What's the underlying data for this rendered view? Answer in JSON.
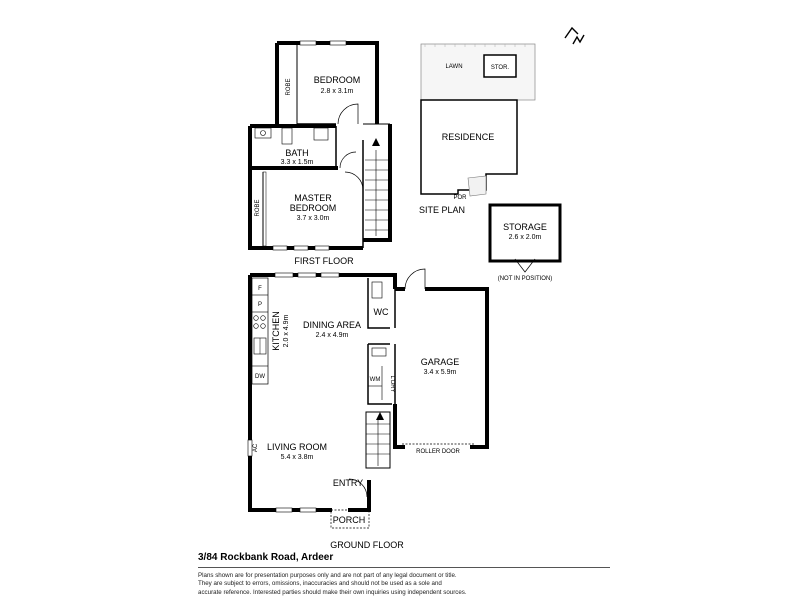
{
  "first_floor": {
    "caption": "FIRST FLOOR",
    "bedroom": {
      "name": "BEDROOM",
      "dims": "2.8 x 3.1m"
    },
    "robe_1": "ROBE",
    "bath": {
      "name": "BATH",
      "dims": "3.3 x 1.5m"
    },
    "master_bedroom": {
      "name_line1": "MASTER",
      "name_line2": "BEDROOM",
      "dims": "3.7 x 3.0m"
    },
    "robe_2": "ROBE"
  },
  "ground_floor": {
    "caption": "GROUND FLOOR",
    "fridge": "F",
    "pantry": "P",
    "kitchen": {
      "name": "KITCHEN",
      "dims": "2.0 x 4.9m"
    },
    "dishwasher": "DW",
    "dining": {
      "name": "DINING AREA",
      "dims": "2.4 x 4.9m"
    },
    "wc": "WC",
    "laundry": "L'DRY",
    "washing_machine": "WM",
    "garage": {
      "name": "GARAGE",
      "dims": "3.4 x 5.9m"
    },
    "roller_door": "ROLLER DOOR",
    "living": {
      "name": "LIVING ROOM",
      "dims": "5.4 x 3.8m"
    },
    "ac": "AC",
    "entry": "ENTRY",
    "porch": "PORCH"
  },
  "site_plan": {
    "caption": "SITE PLAN",
    "lawn": "LAWN",
    "storage_short": "STOR.",
    "residence": "RESIDENCE",
    "por": "POR"
  },
  "storage": {
    "name": "STORAGE",
    "dims": "2.6 x 2.0m",
    "note": "(NOT IN POSITION)"
  },
  "address": "3/84 Rockbank Road, Ardeer",
  "disclaimer": [
    "Plans shown are for presentation purposes only and are not part of any legal document or title.",
    "They are subject to errors, omissions, inaccuracies and should not be used as a sole and",
    "accurate reference. Interested parties should make their own inquiries using independent sources."
  ]
}
